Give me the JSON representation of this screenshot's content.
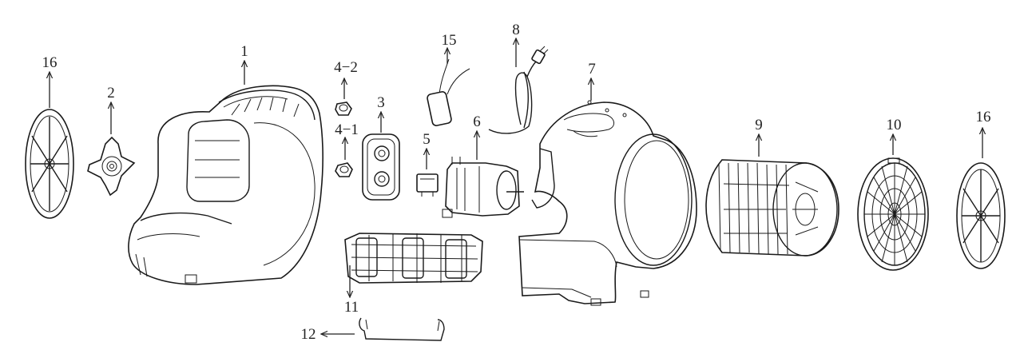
{
  "diagram": {
    "labels": {
      "p16a": "16",
      "p2": "2",
      "p1": "1",
      "p4_2": "4−2",
      "p4_1": "4−1",
      "p3": "3",
      "p15": "15",
      "p8": "8",
      "p5": "5",
      "p6": "6",
      "p7": "7",
      "p9": "9",
      "p10": "10",
      "p16b": "16",
      "p11": "11",
      "p12": "12"
    }
  }
}
